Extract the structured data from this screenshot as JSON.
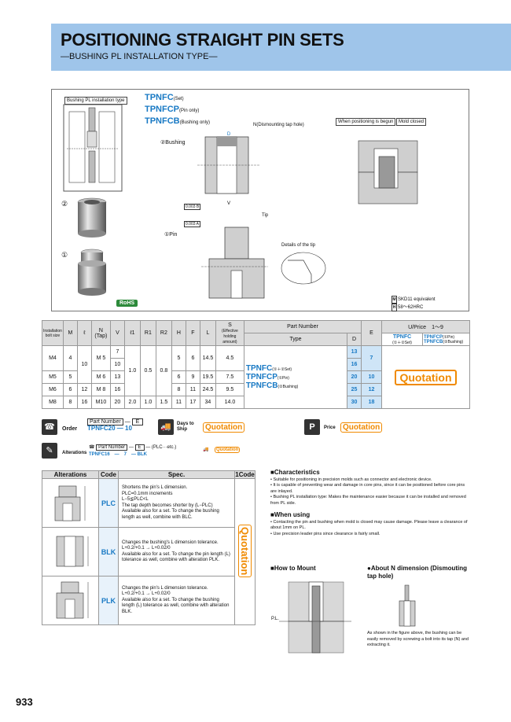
{
  "header": {
    "title": "POSITIONING STRAIGHT PIN SETS",
    "subtitle": "—BUSHING PL INSTALLATION TYPE—"
  },
  "figure": {
    "install_label": "Bushing PL installation type",
    "marker_2": "②",
    "marker_1": "①",
    "rohs": "RoHS",
    "products": [
      {
        "code": "TPNFC",
        "note": "(Set)"
      },
      {
        "code": "TPNFCP",
        "note": "(Pin only)"
      },
      {
        "code": "TPNFCB",
        "note": "(Bushing only)"
      }
    ],
    "bushing_label": "②Bushing",
    "pin_label": "①Pin",
    "n_label": "N(Dismounting tap hole)",
    "tip_label": "Tip",
    "tip_details": "Details of the tip",
    "pos_begun": "When positioning is begun",
    "mold_closed": "Mold closed",
    "tol_b": "0.003 B",
    "tol_a": "0.003 A",
    "material_m": "SKD11 equivalent",
    "material_h": "58～62HRC"
  },
  "spec_table": {
    "headers": {
      "install": "Installation bolt size",
      "m": "M",
      "l": "ℓ",
      "n": "N (Tap)",
      "v": "V",
      "l1": "ℓ1",
      "r1": "R1",
      "r2": "R2",
      "h": "H",
      "f": "F",
      "L": "L",
      "s": "S",
      "s_note": "(Effective holding amount)",
      "part_number": "Part Number",
      "type": "Type",
      "d": "D",
      "e": "E",
      "uprice": "U/Price　1～9",
      "tpnfc": "TPNFC",
      "tpnfc_note": "(①＋②Set)",
      "tpnfcp": "TPNFCP",
      "tpnfcp_note": "(①Pin)",
      "tpnfcb": "TPNFCB",
      "tpnfcb_note": "(②Bushing)"
    },
    "rows": [
      {
        "bolt": "M4",
        "m": "4",
        "n": "M 5",
        "v": "7",
        "h": "5",
        "f": "6",
        "L": "14.5",
        "s": "4.5",
        "d": "13",
        "e": "7"
      },
      {
        "bolt": "",
        "m": "",
        "n": "",
        "v": "10",
        "h": "",
        "f": "",
        "L": "",
        "s": "",
        "d": "16",
        "e": ""
      },
      {
        "bolt": "M5",
        "m": "5",
        "n": "M 6",
        "v": "13",
        "h": "6",
        "f": "9",
        "L": "19.5",
        "s": "7.5",
        "d": "20",
        "e": "10"
      },
      {
        "bolt": "M6",
        "m": "6",
        "l": "12",
        "n": "M 8",
        "v": "16",
        "h": "8",
        "f": "11",
        "L": "24.5",
        "s": "9.5",
        "d": "25",
        "e": "12"
      },
      {
        "bolt": "M8",
        "m": "8",
        "l": "16",
        "n": "M10",
        "v": "20",
        "l1": "2.0",
        "r1": "1.0",
        "r2": "1.5",
        "h": "11",
        "f": "17",
        "L": "34",
        "s": "14.0",
        "d": "30",
        "e": "18"
      }
    ],
    "merged_l": "10",
    "merged_l1": "1.0",
    "merged_r1": "0.5",
    "merged_r2": "0.8",
    "type_lines": [
      {
        "code": "TPNFC",
        "note": "(①＋②Set)"
      },
      {
        "code": "TPNFCP",
        "note": "(①Pin)"
      },
      {
        "code": "TPNFCB",
        "note": "(②Bushing)"
      }
    ],
    "quotation": "Quotation"
  },
  "order": {
    "order_label": "Order",
    "pn_header": "Part Number",
    "e_header": "E",
    "pn_value": "TPNFC20",
    "e_value": "10",
    "days_label": "Days to Ship",
    "quotation": "Quotation",
    "price_label": "Price",
    "price_quotation": "Quotation"
  },
  "alterations_row": {
    "label": "Alterations",
    "pn": "Part Number",
    "e": "E",
    "plc": "(PLC···etc.)",
    "example": "TPNFC16　—　7　— BLK",
    "quotation": "Quotation"
  },
  "alterations": {
    "headers": {
      "alt": "Alterations",
      "code": "Code",
      "spec": "Spec.",
      "onecode": "1Code"
    },
    "items": [
      {
        "code": "PLC",
        "spec": [
          "Shortens the pin's L dimension.",
          "PLC=0.1mm increments",
          "L−5≦PLC<L",
          "The tap depth becomes shorter by (L−PLC)",
          "Available also for a set. To change the bushing length as well, combine with BLC."
        ]
      },
      {
        "code": "BLK",
        "spec": [
          "Changes the bushing's L dimension tolerance.",
          "L+0.2/+0.1 → L+0.02/0",
          "Available also for a set. To change the pin length (L) tolerance as well, combine with alteration PLK."
        ]
      },
      {
        "code": "PLK",
        "spec": [
          "Changes the pin's L dimension tolerance.",
          "L+0.2/+0.1 → L+0.02/0",
          "Available also for a set. To change the bushing length (L) tolerance as well, combine with alteration BLK."
        ]
      }
    ],
    "quotation": "Quotation"
  },
  "characteristics": {
    "title": "■Characteristics",
    "items": [
      "• Suitable for positioning in precision molds such as connector and electronic device.",
      "• It is capable of preventing wear and damage in core pins, since it can be positioned before core pins are inlayed.",
      "• Bushing PL installation type: Makes the maintenance easier because it can be installed and removed from PL side."
    ]
  },
  "when_using": {
    "title": "■When using",
    "items": [
      "• Contacting the pin and bushing when mold is closed may cause damage. Please leave a clearance of about 1mm on PL.",
      "• Use precision leader pins since clearance is fairly small."
    ]
  },
  "how_to_mount": {
    "title": "■How to Mount",
    "pl": "P.L."
  },
  "about_n": {
    "title": "●About N dimension (Dismouting tap hole)",
    "text": "As shown in the figure above, the bushing can be easily removed by screwing a bolt into its tap (N) and extracting it."
  },
  "page_number": "933"
}
